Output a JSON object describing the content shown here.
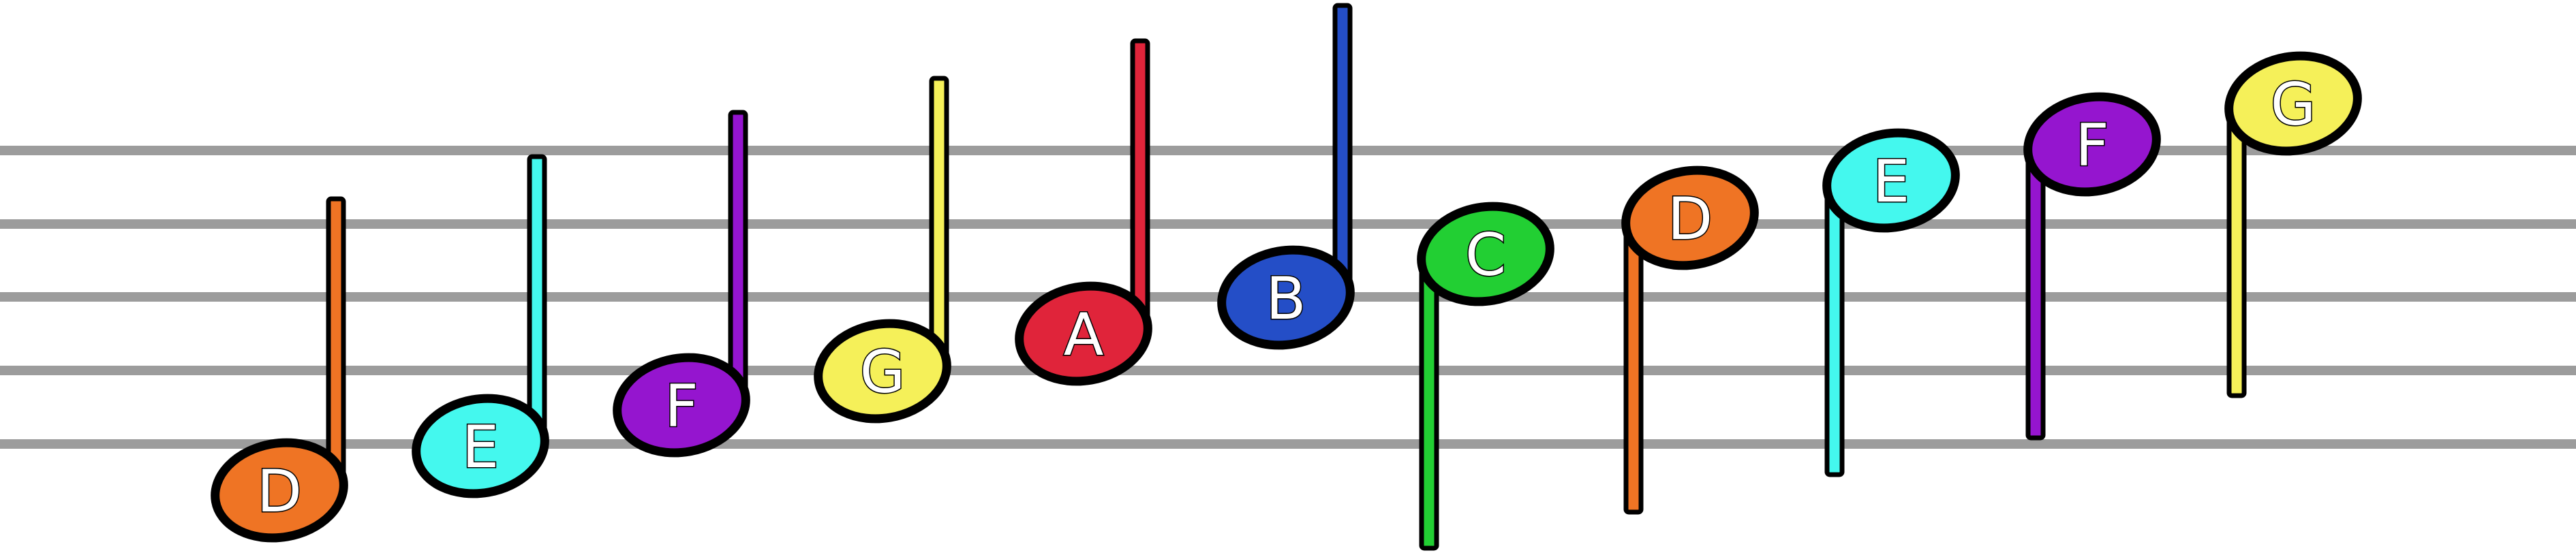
{
  "notes": [
    {
      "letter": "D",
      "color": "#ef7424",
      "stem": "up"
    },
    {
      "letter": "E",
      "color": "#44f8ee",
      "stem": "up"
    },
    {
      "letter": "F",
      "color": "#9515cf",
      "stem": "up"
    },
    {
      "letter": "G",
      "color": "#f5f059",
      "stem": "up"
    },
    {
      "letter": "A",
      "color": "#e0243a",
      "stem": "up"
    },
    {
      "letter": "B",
      "color": "#244ec7",
      "stem": "up"
    },
    {
      "letter": "C",
      "color": "#22cf33",
      "stem": "down"
    },
    {
      "letter": "D",
      "color": "#ef7424",
      "stem": "down"
    },
    {
      "letter": "E",
      "color": "#44f8ee",
      "stem": "down"
    },
    {
      "letter": "F",
      "color": "#9515cf",
      "stem": "down"
    },
    {
      "letter": "G",
      "color": "#f5f059",
      "stem": "down"
    }
  ]
}
